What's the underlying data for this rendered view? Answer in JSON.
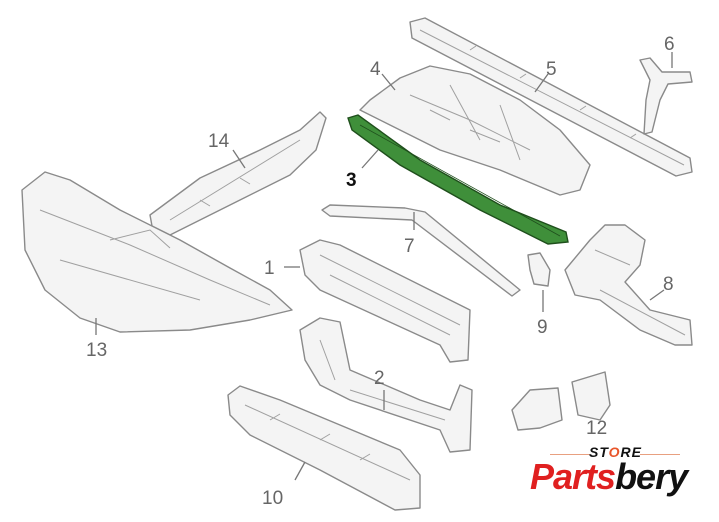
{
  "diagram": {
    "highlighted_part": "3",
    "highlight_color": "#3f8f3a",
    "callouts": [
      "1",
      "2",
      "3",
      "4",
      "5",
      "6",
      "7",
      "8",
      "9",
      "10",
      "12",
      "13",
      "14"
    ]
  },
  "logo": {
    "store_prefix": "ST",
    "store_o": "O",
    "store_suffix": "RE",
    "brand_red": "Parts",
    "brand_black": "bery"
  }
}
